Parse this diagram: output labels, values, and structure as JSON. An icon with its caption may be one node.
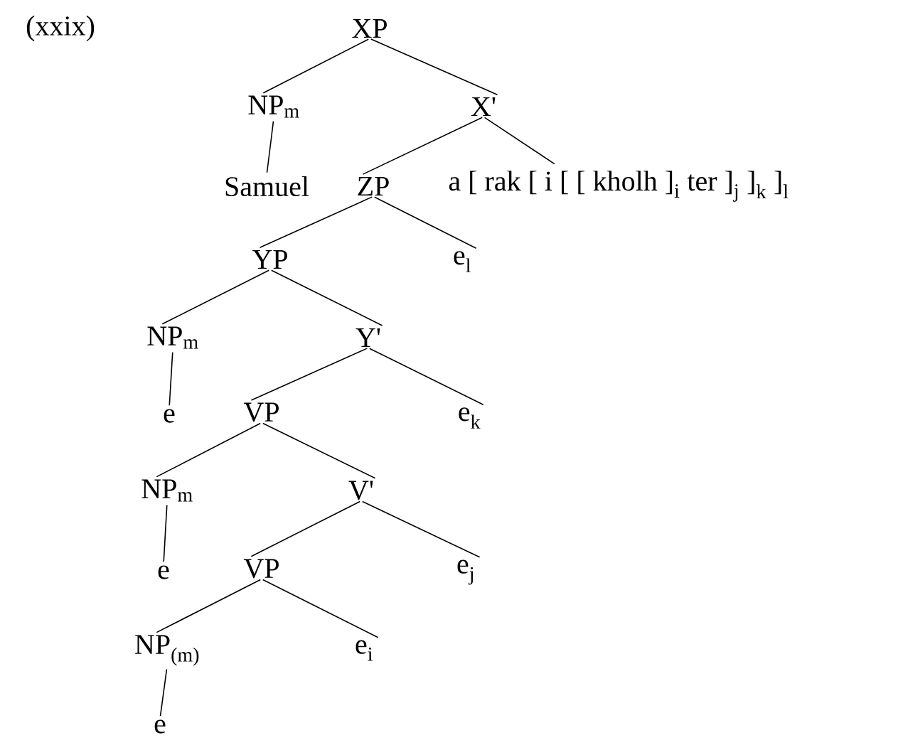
{
  "diagram": {
    "nodes": [
      {
        "text": [
          "XP"
        ]
      },
      {
        "text": [
          "NP$_{m}$"
        ]
      },
      {
        "text": [
          "X'"
        ]
      },
      {
        "text": [
          "Samuel"
        ]
      },
      {
        "text": [
          "ZP"
        ]
      },
      {
        "text": [
          "a [ rak [ i [ [ kholh ]$_{i}$ ter ]$_{j}$ ]$_{k}$ ]$_{l}$"
        ]
      },
      {
        "text": [
          "YP"
        ]
      },
      {
        "text": [
          "e$_{l}$"
        ]
      },
      {
        "text": [
          "NP$_{m}$"
        ]
      },
      {
        "text": [
          "Y'"
        ]
      },
      {
        "text": [
          "e"
        ]
      },
      {
        "text": [
          "VP"
        ]
      },
      {
        "text": [
          "e$_{k}$"
        ]
      },
      {
        "text": [
          "NP$_{m}$"
        ]
      },
      {
        "text": [
          "V'"
        ]
      },
      {
        "text": [
          "e"
        ]
      },
      {
        "text": [
          "VP"
        ]
      },
      {
        "text": [
          "e$_{j}$"
        ]
      },
      {
        "text": [
          "NP$_{(m)}$"
        ]
      },
      {
        "text": [
          "e$_{i}$"
        ]
      },
      {
        "text": [
          "e"
        ]
      }
    ],
    "edges": [
      {
        "from": 0,
        "to": 1,
        "arrow": "none"
      },
      {
        "from": 0,
        "to": 2,
        "arrow": "none"
      },
      {
        "from": 1,
        "to": 3,
        "arrow": "none"
      },
      {
        "from": 2,
        "to": 4,
        "arrow": "none"
      },
      {
        "from": 2,
        "to": 5,
        "arrow": "none"
      },
      {
        "from": 4,
        "to": 6,
        "arrow": "none"
      },
      {
        "from": 4,
        "to": 7,
        "arrow": "none"
      },
      {
        "from": 6,
        "to": 8,
        "arrow": "none"
      },
      {
        "from": 6,
        "to": 9,
        "arrow": "none"
      },
      {
        "from": 8,
        "to": 10,
        "arrow": "none"
      },
      {
        "from": 9,
        "to": 11,
        "arrow": "none"
      },
      {
        "from": 9,
        "to": 12,
        "arrow": "none"
      },
      {
        "from": 11,
        "to": 13,
        "arrow": "none"
      },
      {
        "from": 11,
        "to": 14,
        "arrow": "none"
      },
      {
        "from": 13,
        "to": 15,
        "arrow": "none"
      },
      {
        "from": 14,
        "to": 16,
        "arrow": "none"
      },
      {
        "from": 14,
        "to": 17,
        "arrow": "none"
      },
      {
        "from": 16,
        "to": 18,
        "arrow": "none"
      },
      {
        "from": 16,
        "to": 19,
        "arrow": "none"
      },
      {
        "from": 18,
        "to": 20,
        "arrow": "none"
      }
    ],
    "labels": [
      "(xxix)"
    ]
  }
}
